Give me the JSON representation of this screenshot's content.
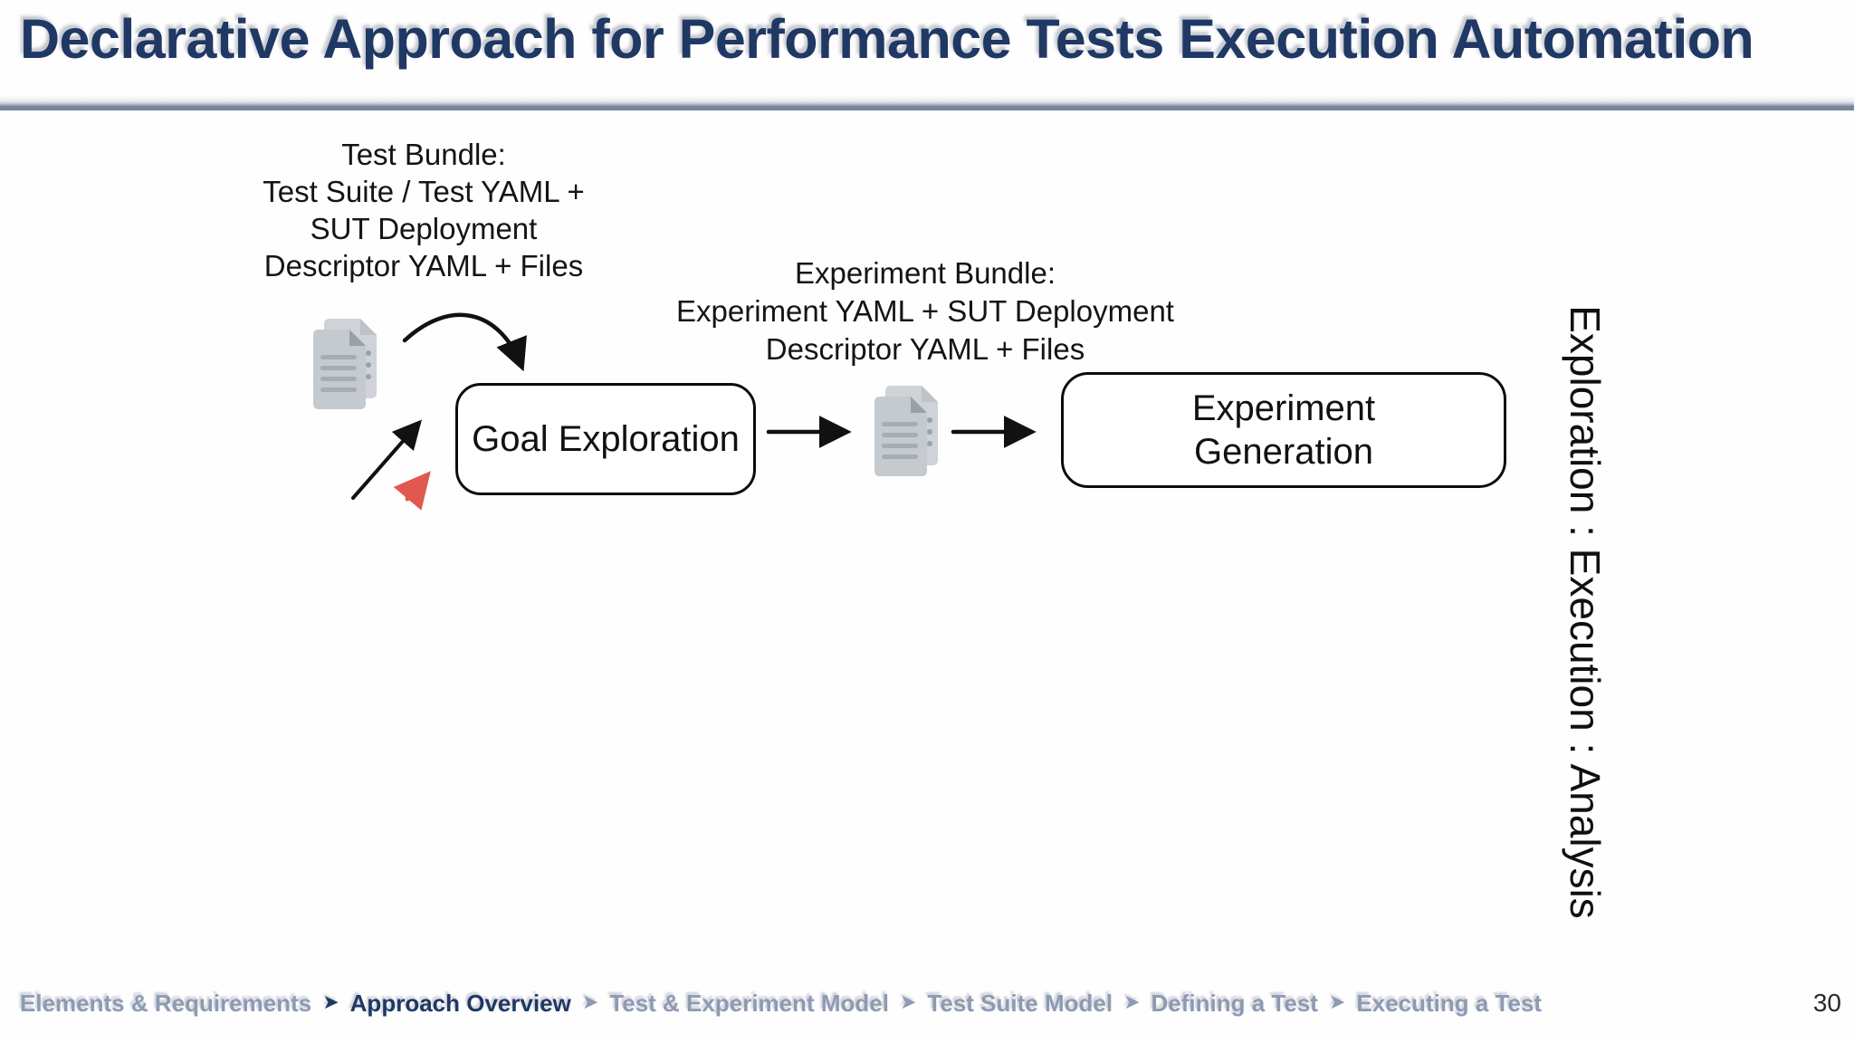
{
  "header": {
    "title": "Declarative Approach for Performance Tests Execution Automation"
  },
  "diagram": {
    "test_bundle": {
      "lines": [
        "Test Bundle:",
        "Test Suite / Test YAML +",
        "SUT Deployment",
        "Descriptor YAML + Files"
      ],
      "icon": "documents-icon"
    },
    "experiment_bundle": {
      "lines": [
        "Experiment Bundle:",
        "Experiment YAML + SUT Deployment",
        "Descriptor YAML + Files"
      ],
      "icon": "documents-icon"
    },
    "goal_box": {
      "label": "Goal Exploration"
    },
    "experiment_box": {
      "lines": [
        "Experiment",
        "Generation"
      ]
    },
    "side_label": "Exploration : Execution : Analysis"
  },
  "footer": {
    "separator": "➤",
    "page_number": "30",
    "breadcrumb": [
      {
        "label": "Elements & Requirements",
        "active": false
      },
      {
        "label": "Approach Overview",
        "active": true
      },
      {
        "label": "Test & Experiment Model",
        "active": false
      },
      {
        "label": "Test Suite Model",
        "active": false
      },
      {
        "label": "Defining a Test",
        "active": false
      },
      {
        "label": "Executing a Test",
        "active": false
      }
    ]
  },
  "colors": {
    "title_navy": "#1f3864",
    "breadcrumb_gray": "#8d9ab3",
    "divider_slate": "#75879b",
    "arrow_black": "#111111",
    "pointer_red": "#e0584e",
    "document_gray": "#c5cacf"
  }
}
